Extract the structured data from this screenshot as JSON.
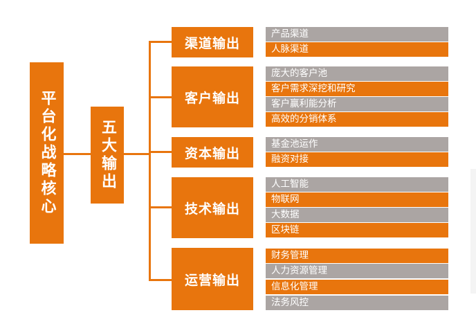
{
  "root": {
    "label": "平台化战略核心"
  },
  "hub": {
    "label": "五大输出"
  },
  "colors": {
    "orange": "#e8750d",
    "gray": "#aba5a3"
  },
  "categories": [
    {
      "label": "渠道输出",
      "items": [
        "产品渠道",
        "人脉渠道"
      ]
    },
    {
      "label": "客户输出",
      "items": [
        "庞大的客户池",
        "客户需求深挖和研究",
        "客户赢利能分析",
        "高效的分销体系"
      ]
    },
    {
      "label": "资本输出",
      "items": [
        "基金池运作",
        "融资对接"
      ]
    },
    {
      "label": "技术输出",
      "items": [
        "人工智能",
        "物联网",
        "大数据",
        "区块链"
      ]
    },
    {
      "label": "运营输出",
      "items": [
        "财务管理",
        "人力资源管理",
        "信息化管理",
        "法务风控"
      ]
    }
  ]
}
